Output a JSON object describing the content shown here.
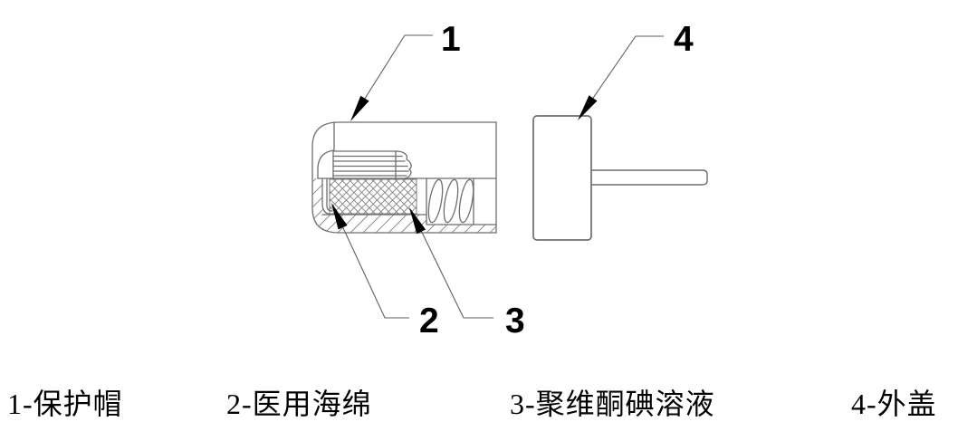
{
  "figure": {
    "callouts": [
      {
        "number": "1"
      },
      {
        "number": "2"
      },
      {
        "number": "3"
      },
      {
        "number": "4"
      }
    ],
    "legend": {
      "items": [
        {
          "label": "1-保护帽"
        },
        {
          "label": "2-医用海绵"
        },
        {
          "label": "3-聚维酮碘溶液"
        },
        {
          "label": "4-外盖"
        }
      ]
    },
    "colors": {
      "line": "#6e6e6e",
      "leader": "#5f5f5f",
      "hatch": "#828282",
      "ink": "#000000",
      "background": "#ffffff"
    }
  }
}
